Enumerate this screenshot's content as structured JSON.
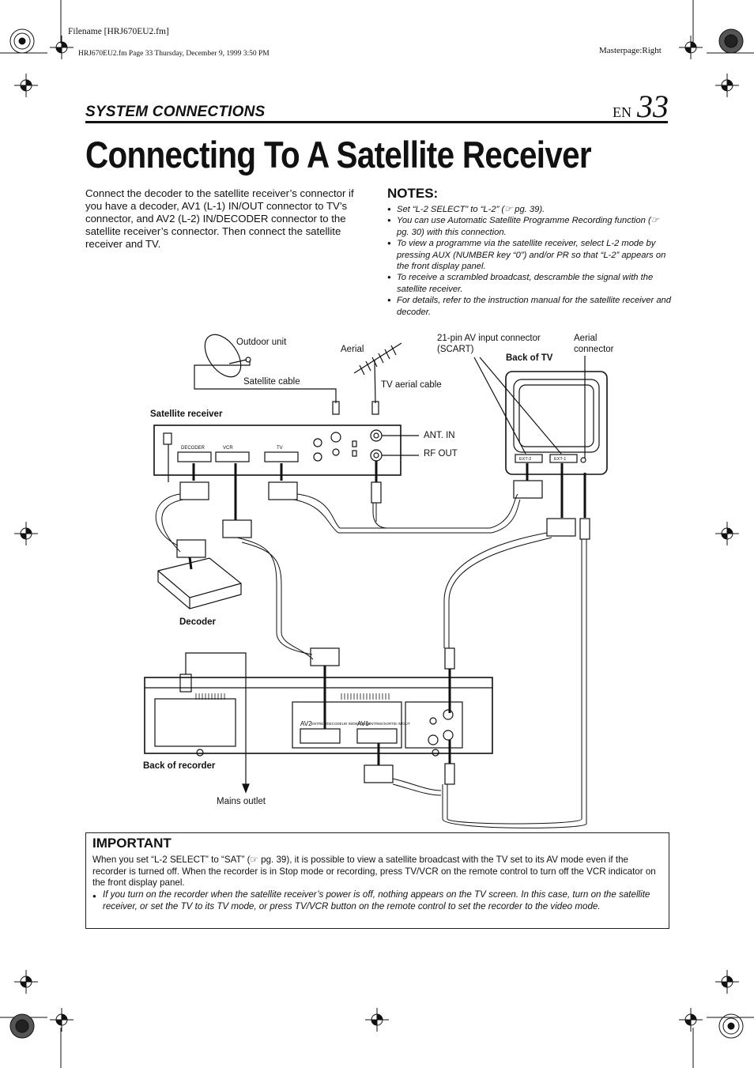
{
  "header": {
    "filename": "Filename [HRJ670EU2.fm]",
    "file_info": "HRJ670EU2.fm  Page 33  Thursday, December 9, 1999  3:50 PM",
    "masterpage": "Masterpage:Right"
  },
  "section_title": "SYSTEM CONNECTIONS",
  "en_label": "EN",
  "page_number": "33",
  "main_title": "Connecting To A Satellite Receiver",
  "intro_text": "Connect the decoder to the satellite receiver’s connector if you have a decoder, AV1 (L-1) IN/OUT connector to TV’s connector, and AV2 (L-2) IN/DECODER connector to the satellite receiver’s connector. Then connect the satellite receiver and TV.",
  "notes": {
    "title": "NOTES:",
    "items": [
      "Set “L-2 SELECT” to “L-2” (☞ pg. 39).",
      "You can use Automatic Satellite Programme Recording function (☞ pg. 30) with this connection.",
      "To view a programme via the satellite receiver, select L-2 mode by pressing AUX (NUMBER key “0”) and/or PR so that “L-2” appears on the front display panel.",
      "To receive a scrambled broadcast, descramble the signal with the satellite receiver.",
      "For details, refer to the instruction manual for the satellite receiver and decoder."
    ]
  },
  "diagram": {
    "outdoor_unit": "Outdoor unit",
    "aerial": "Aerial",
    "scart_line1": "21-pin AV input connector",
    "scart_line2": "(SCART)",
    "aerial_conn_line1": "Aerial",
    "aerial_conn_line2": "connector",
    "back_of_tv": "Back of TV",
    "satellite_cable": "Satellite cable",
    "tv_aerial_cable": "TV aerial cable",
    "satellite_receiver": "Satellite receiver",
    "ant_in": "ANT. IN",
    "rf_out": "RF OUT",
    "decoder": "Decoder",
    "back_of_recorder": "Back of recorder",
    "mains_outlet": "Mains outlet",
    "rx_decoder": "DECODER",
    "rx_vcr": "VCR",
    "rx_tv": "TV",
    "tv_ext1": "EXT-2",
    "tv_ext2": "EXT-1",
    "rec_av2": "AV2",
    "rec_av2_sub": "ENTREE/DECODEUR IN/DECODER",
    "rec_av1": "AV1",
    "rec_av1_sub": "ENTREE/SORTIE IN/OUT"
  },
  "important": {
    "title": "IMPORTANT",
    "body": "When you set “L-2 SELECT” to “SAT” (☞ pg. 39), it is possible to view a satellite broadcast with the TV set to its AV mode even if the recorder is turned off. When the recorder is in Stop mode or recording, press TV/VCR on the remote control to turn off the VCR indicator on the front display panel.",
    "bullet": "If you turn on the recorder when the satellite receiver’s power is off, nothing appears on the TV screen. In this case, turn on the satellite receiver, or set the TV to its TV mode, or press TV/VCR button on the remote control to set the recorder to the video mode."
  }
}
